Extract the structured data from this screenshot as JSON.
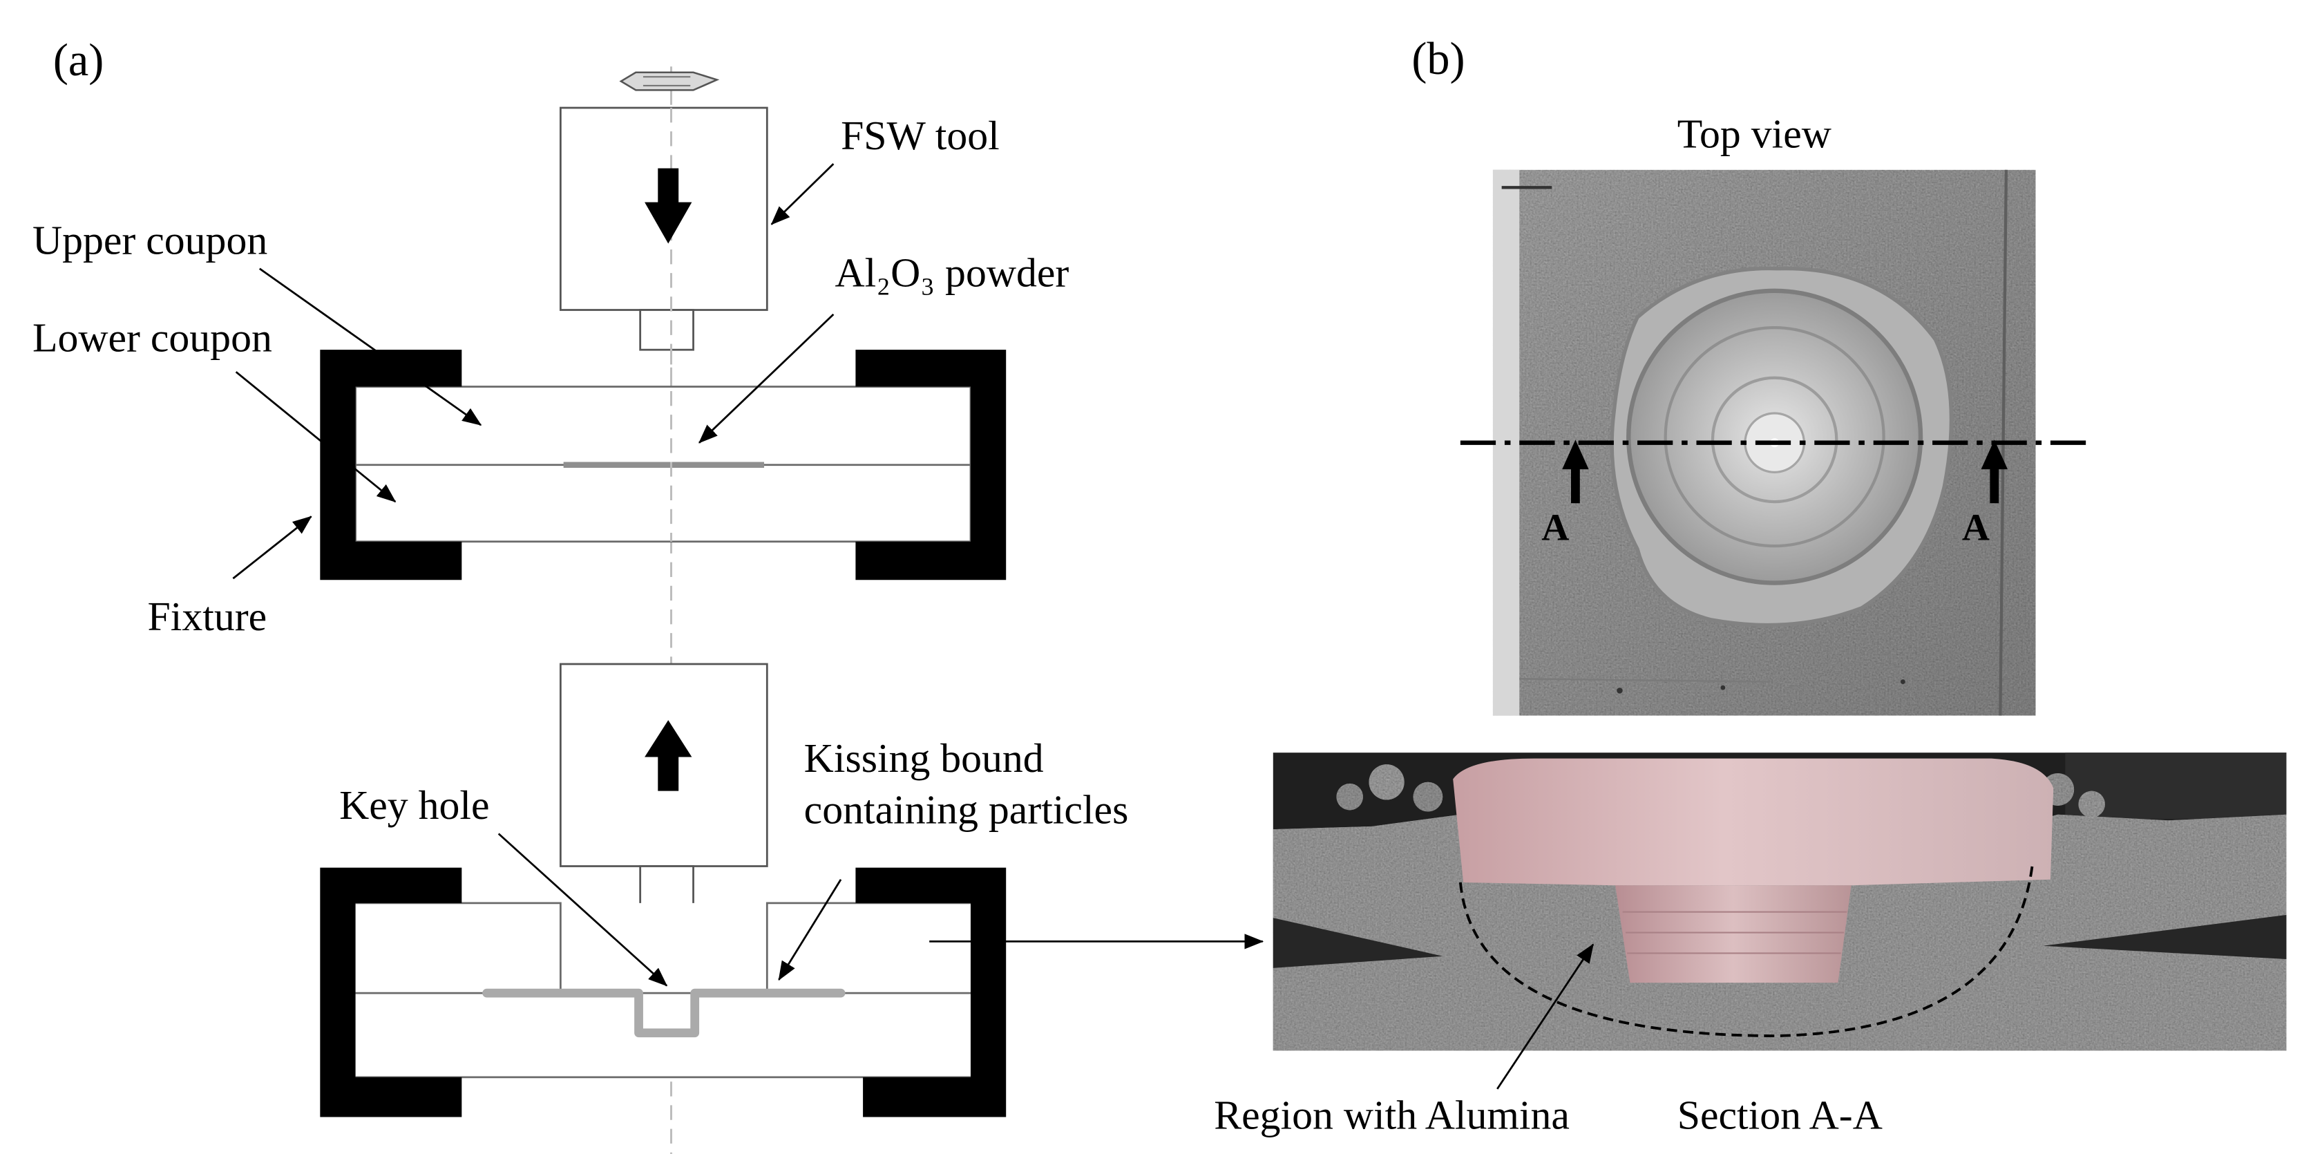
{
  "figure": {
    "panel_a": {
      "label": "(a)",
      "fsw_tool": "FSW tool",
      "upper_coupon": "Upper coupon",
      "al2o3_powder": "Al₂O₃ powder",
      "lower_coupon": "Lower coupon",
      "fixture": "Fixture",
      "key_hole": "Key hole",
      "kissing_bound": [
        "Kissing bound",
        "containing particles"
      ]
    },
    "panel_b": {
      "label": "(b)",
      "top_view": "Top view",
      "section_marker_left": "A",
      "section_marker_right": "A",
      "region_with_alumina": "Region with Alumina",
      "section": "Section A-A"
    }
  },
  "colors": {
    "fixture": "#000000",
    "powder": "#9a9a9a",
    "keyhole_bond": "#aaaaaa",
    "tool_region": "#c9a3a7",
    "metal": "#9e9e9e"
  }
}
